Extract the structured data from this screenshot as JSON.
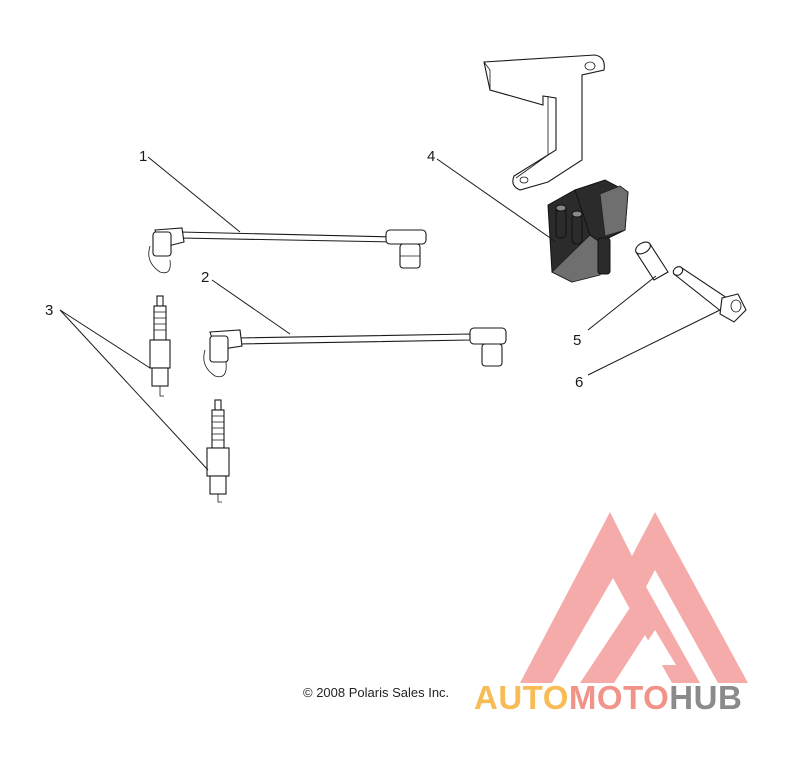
{
  "diagram": {
    "callouts": [
      {
        "id": "1",
        "label": "1"
      },
      {
        "id": "2",
        "label": "2"
      },
      {
        "id": "3",
        "label": "3"
      },
      {
        "id": "4",
        "label": "4"
      },
      {
        "id": "5",
        "label": "5"
      },
      {
        "id": "6",
        "label": "6"
      }
    ],
    "copyright": "© 2008 Polaris Sales Inc."
  },
  "watermark": {
    "parts": [
      "AUTO",
      "MOTO",
      "HUB"
    ],
    "colors": {
      "auto": "#f7bc56",
      "moto": "#f2938a",
      "hub": "#8b8b8b",
      "logo": "#f28f8a"
    }
  }
}
